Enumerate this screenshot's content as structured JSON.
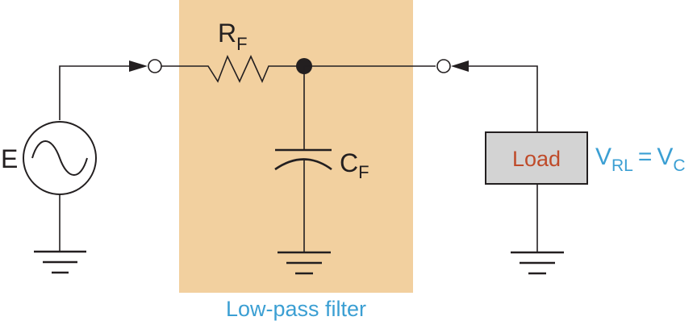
{
  "diagram": {
    "title": "Low-pass filter",
    "source": {
      "label": "E",
      "type": "AC voltage source"
    },
    "resistor": {
      "label": "R",
      "subscript": "F"
    },
    "capacitor": {
      "label": "C",
      "subscript": "F"
    },
    "load": {
      "label": "Load"
    },
    "equation": {
      "lhs": "V",
      "lhs_sub": "RL",
      "op": "=",
      "rhs": "V",
      "rhs_sub": "C"
    },
    "filter_box_color": "#f2d09f",
    "label_color": "#3b9fd3",
    "load_text_color": "#bf4b2a",
    "load_fill_color": "#d3d3d3"
  }
}
